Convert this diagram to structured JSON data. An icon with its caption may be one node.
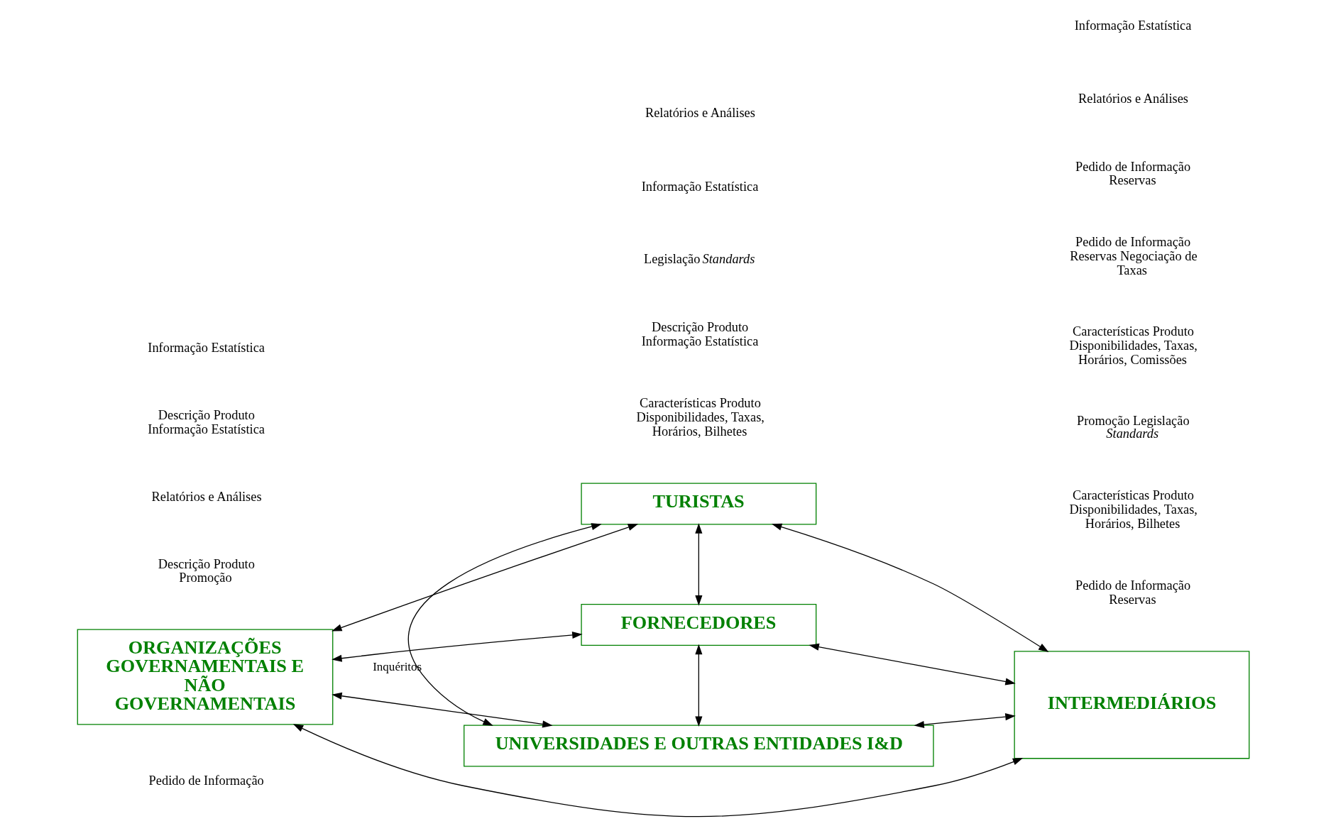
{
  "diagram": {
    "nodes": [
      {
        "text": [
          "TURISTAS"
        ]
      },
      {
        "text": [
          "ORGANIZAÇÕES GOVERNAMENTAIS E NÃO GOVERNAMENTAIS"
        ]
      },
      {
        "text": [
          "FORNECEDORES"
        ]
      },
      {
        "text": [
          "INTERMEDIÁRIOS"
        ]
      },
      {
        "text": [
          "UNIVERSIDADES E OUTRAS ENTIDADES I&D"
        ]
      }
    ],
    "edges": [
      {
        "from": 1,
        "to": 0,
        "arrow": "both"
      },
      {
        "from": 0,
        "to": 3,
        "arrow": "both"
      },
      {
        "from": 0,
        "to": 2,
        "arrow": "both"
      },
      {
        "from": 1,
        "to": 3,
        "arrow": "both"
      },
      {
        "from": 1,
        "to": 2,
        "arrow": "both"
      },
      {
        "from": 2,
        "to": 3,
        "arrow": "both"
      },
      {
        "from": 1,
        "to": 4,
        "arrow": "both"
      },
      {
        "from": 2,
        "to": 4,
        "arrow": "both"
      },
      {
        "from": 4,
        "to": 3,
        "arrow": "both"
      },
      {
        "from": 0,
        "to": 4,
        "arrow": "both",
        "label": "Inquéritos"
      }
    ],
    "labels": [
      "Pedido de Informação",
      "Características Produto Disponibilidades, Taxas, Horários, Bilhetes",
      "Pedido de Informação Reservas",
      "Características Produto Disponibilidades, Taxas, Horários, Bilhetes",
      "Descrição Produto Promoção",
      "Promoção Legislação *Standards*",
      "Descrição Produto Informação Estatística",
      "Características Produto Disponibilidades, Taxas, Horários, Comissões",
      "Relatórios e Análises",
      "Pedido de Informação Reservas Negociação de Taxas",
      "Descrição Produto Informação Estatística",
      "Legislação *Standards*",
      "Pedido de Informação Reservas",
      "Informação Estatística",
      "Relatórios e Análises",
      "Informação Estatística",
      "Relatórios e Análises",
      "Informação Estatística"
    ]
  }
}
